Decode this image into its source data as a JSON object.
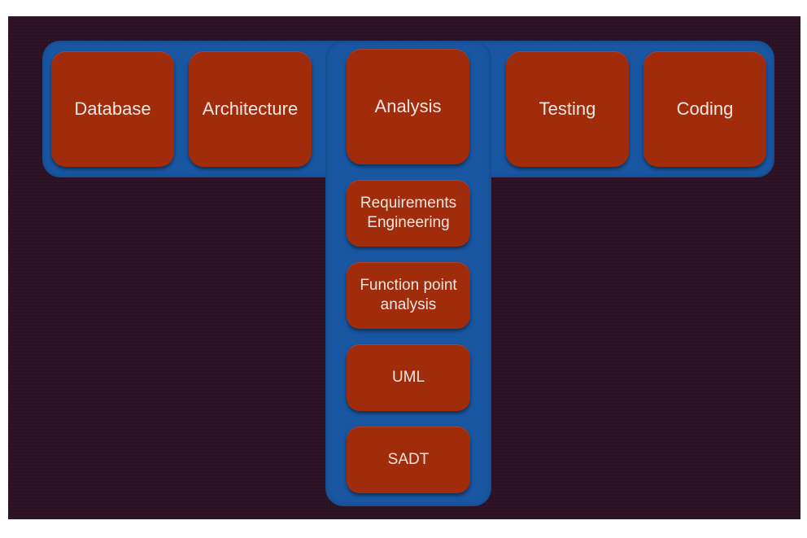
{
  "diagram": {
    "top_row": [
      "Database",
      "Architecture",
      "Analysis",
      "Testing",
      "Coding"
    ],
    "column": [
      {
        "line1": "Requirements",
        "line2": "Engineering"
      },
      {
        "line1": "Function point",
        "line2": "analysis"
      },
      {
        "line1": "UML",
        "line2": ""
      },
      {
        "line1": "SADT",
        "line2": ""
      }
    ]
  },
  "colors": {
    "background": "#2c1224",
    "frame": "#1957a3",
    "box": "#a02c0c",
    "text": "#f4e6e0"
  }
}
